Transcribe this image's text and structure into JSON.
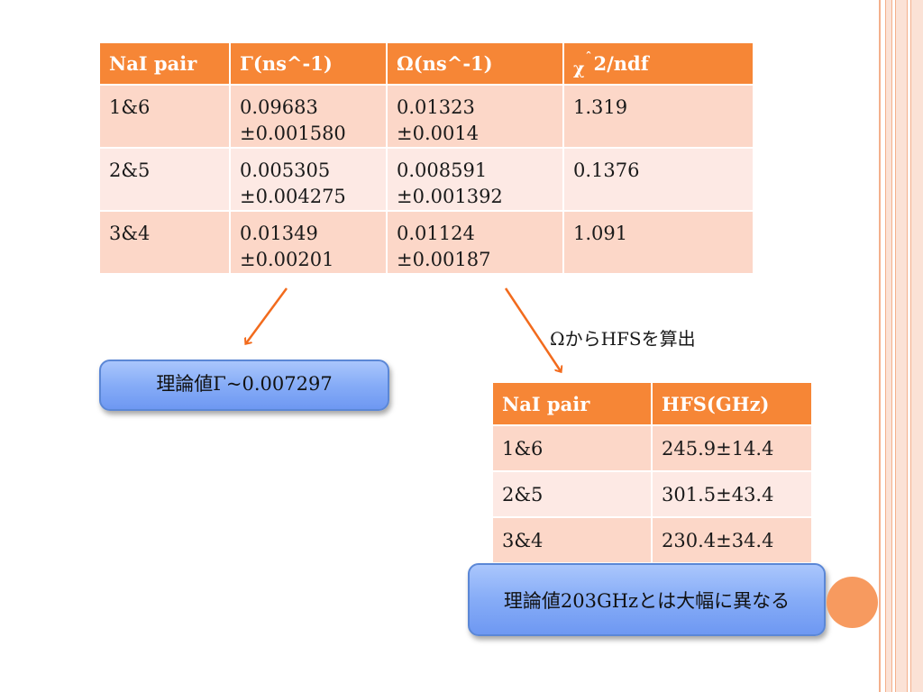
{
  "colors": {
    "header": "#f68636",
    "row_dark": "#fcd7c8",
    "row_light": "#fde9e4",
    "arrow": "#f26b1d",
    "callout": "#86acf7",
    "accent_circle": "#f79a5f"
  },
  "gamma_table": {
    "headers": [
      "NaI pair",
      "Γ(ns^-1)",
      "Ω(ns^-1)",
      "2/ndf"
    ],
    "chi_symbol": "χ",
    "chi_hat": "ˆ",
    "rows": [
      {
        "pair": "1&6",
        "gamma": "0.09683",
        "gamma_err": "±0.001580",
        "omega": "0.01323",
        "omega_err": "±0.0014",
        "chi2": "1.319"
      },
      {
        "pair": "2&5",
        "gamma": "0.005305",
        "gamma_err": "±0.004275",
        "omega": "0.008591",
        "omega_err": "±0.001392",
        "chi2": "0.1376"
      },
      {
        "pair": "3&4",
        "gamma": "0.01349",
        "gamma_err": "±0.00201",
        "omega": "0.01124",
        "omega_err": "±0.00187",
        "chi2": "1.091"
      }
    ]
  },
  "gamma_callout": "理論値Γ~0.007297",
  "hfs_note": "ΩからHFSを算出",
  "hfs_table": {
    "headers": [
      "NaI pair",
      "HFS(GHz)"
    ],
    "rows": [
      {
        "pair": "1&6",
        "hfs": "245.9±14.4"
      },
      {
        "pair": "2&5",
        "hfs": "301.5±43.4"
      },
      {
        "pair": "3&4",
        "hfs": "230.4±34.4"
      }
    ]
  },
  "hfs_callout": "理論値203GHzとは大幅に異なる"
}
